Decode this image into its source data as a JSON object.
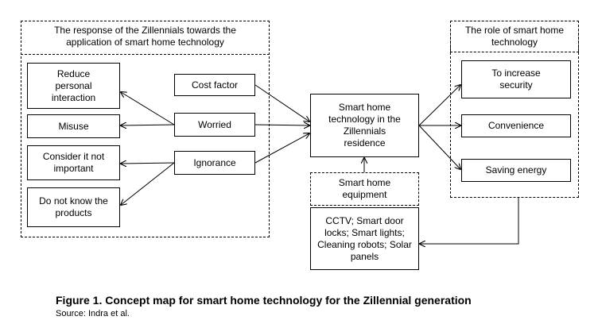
{
  "response_group": {
    "title": "The response of the Zillennials towards the application of smart home technology",
    "outcomes": [
      "Reduce personal interaction",
      "Misuse",
      "Consider it not important",
      "Do not know the products"
    ],
    "factors": [
      "Cost factor",
      "Worried",
      "Ignorance"
    ]
  },
  "center": {
    "label": "Smart home technology in the Zillennials residence"
  },
  "equipment": {
    "title": "Smart home equipment",
    "items": "CCTV; Smart door locks; Smart lights; Cleaning robots; Solar panels"
  },
  "role_group": {
    "title": "The role of smart home technology",
    "items": [
      "To increase security",
      "Convenience",
      "Saving energy"
    ]
  },
  "figure": {
    "caption": "Figure 1. Concept map for smart home technology for the Zillennial generation",
    "source": "Source: Indra et al."
  }
}
